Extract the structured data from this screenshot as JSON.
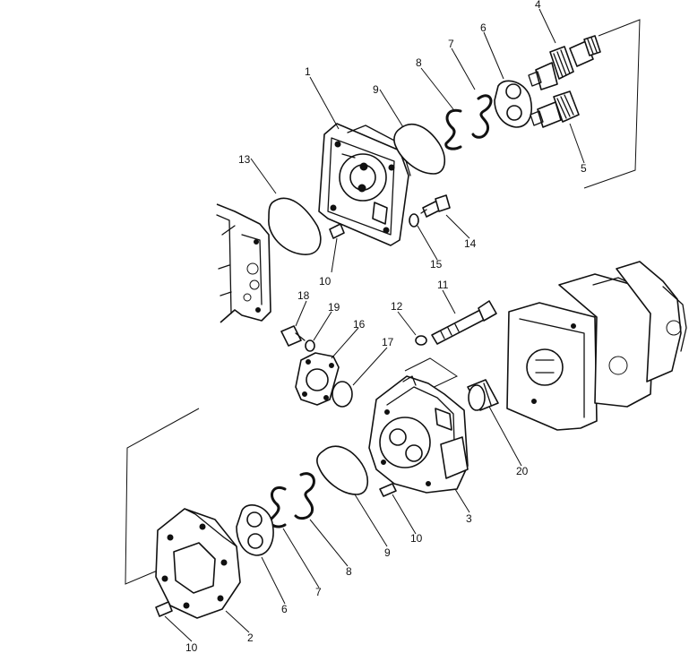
{
  "labels": [
    {
      "id": "c1",
      "text": "1"
    },
    {
      "id": "c2",
      "text": "2"
    },
    {
      "id": "c3",
      "text": "3"
    },
    {
      "id": "c4",
      "text": "4"
    },
    {
      "id": "c5",
      "text": "5"
    },
    {
      "id": "c6a",
      "text": "6"
    },
    {
      "id": "c6b",
      "text": "6"
    },
    {
      "id": "c7a",
      "text": "7"
    },
    {
      "id": "c7b",
      "text": "7"
    },
    {
      "id": "c8a",
      "text": "8"
    },
    {
      "id": "c8b",
      "text": "8"
    },
    {
      "id": "c9a",
      "text": "9"
    },
    {
      "id": "c9b",
      "text": "9"
    },
    {
      "id": "c10a",
      "text": "10"
    },
    {
      "id": "c10b",
      "text": "10"
    },
    {
      "id": "c10c",
      "text": "10"
    },
    {
      "id": "c11",
      "text": "11"
    },
    {
      "id": "c12",
      "text": "12"
    },
    {
      "id": "c13",
      "text": "13"
    },
    {
      "id": "c14",
      "text": "14"
    },
    {
      "id": "c15",
      "text": "15"
    },
    {
      "id": "c16",
      "text": "16"
    },
    {
      "id": "c17",
      "text": "17"
    },
    {
      "id": "c18",
      "text": "18"
    },
    {
      "id": "c19",
      "text": "19"
    },
    {
      "id": "c20",
      "text": "20"
    }
  ]
}
